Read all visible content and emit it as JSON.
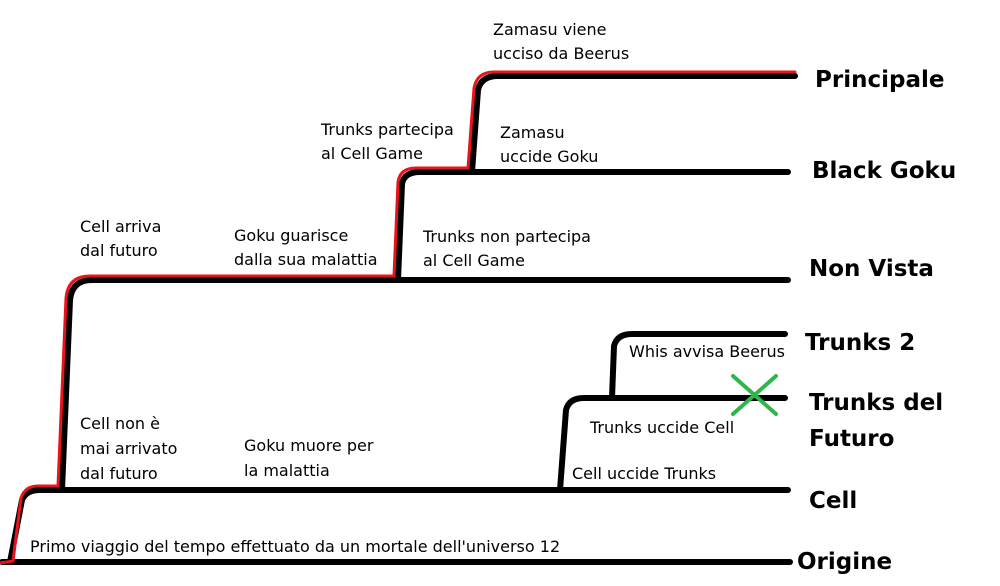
{
  "timelines": [
    {
      "id": "principale",
      "label": "Principale"
    },
    {
      "id": "black-goku",
      "label": "Black Goku"
    },
    {
      "id": "non-vista",
      "label": "Non Vista"
    },
    {
      "id": "trunks-2",
      "label": "Trunks 2"
    },
    {
      "id": "trunks-del-futuro",
      "label_lines": [
        "Trunks del",
        "Futuro"
      ]
    },
    {
      "id": "cell",
      "label": "Cell"
    },
    {
      "id": "origine",
      "label": "Origine"
    }
  ],
  "events": [
    {
      "id": "zamasu-ucciso",
      "lines": [
        "Zamasu viene",
        "ucciso da Beerus"
      ]
    },
    {
      "id": "trunks-partecipa",
      "lines": [
        "Trunks partecipa",
        "al Cell Game"
      ]
    },
    {
      "id": "zamasu-uccide-goku",
      "lines": [
        "Zamasu",
        "uccide Goku"
      ]
    },
    {
      "id": "cell-arriva",
      "lines": [
        "Cell arriva",
        "dal futuro"
      ]
    },
    {
      "id": "goku-guarisce",
      "lines": [
        "Goku guarisce",
        "dalla sua malattia"
      ]
    },
    {
      "id": "trunks-non-partecipa",
      "lines": [
        "Trunks non partecipa",
        "al Cell Game"
      ]
    },
    {
      "id": "whis-avvisa",
      "lines": [
        "Whis avvisa Beerus"
      ]
    },
    {
      "id": "trunks-uccide-cell",
      "lines": [
        "Trunks uccide Cell"
      ]
    },
    {
      "id": "cell-non-arrivato",
      "lines": [
        "Cell non è",
        "mai arrivato",
        "dal futuro"
      ]
    },
    {
      "id": "goku-muore",
      "lines": [
        "Goku muore per",
        "la malattia"
      ]
    },
    {
      "id": "cell-uccide-trunks",
      "lines": [
        "Cell uccide Trunks"
      ]
    },
    {
      "id": "primo-viaggio",
      "lines": [
        "Primo viaggio del tempo effettuato da un mortale dell'universo 12"
      ]
    }
  ],
  "colors": {
    "line": "#000000",
    "highlight": "#e8141c",
    "cross": "#2fb54a"
  },
  "markers": [
    {
      "id": "trunks-del-futuro-ended",
      "icon": "cross-mark-icon"
    }
  ]
}
